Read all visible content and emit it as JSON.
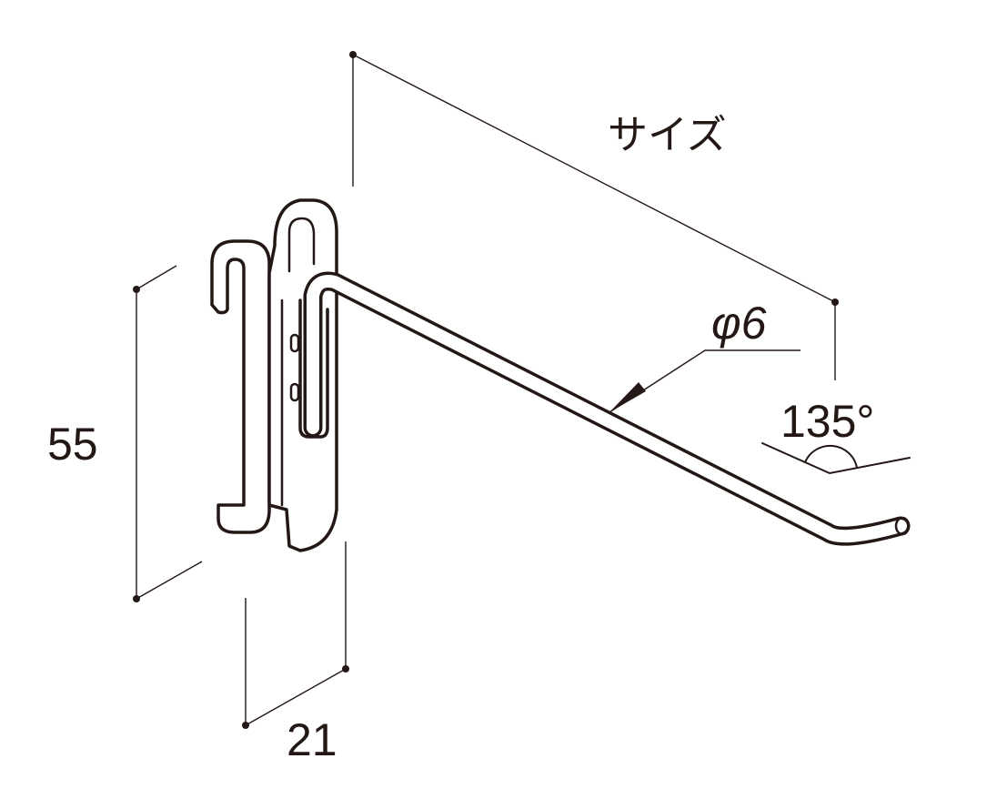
{
  "title": "Hook bracket dimension drawing",
  "labels": {
    "size": "サイズ",
    "diameter": "φ6",
    "angle": "135°",
    "height": "55",
    "depth": "21"
  },
  "colors": {
    "line": "#231815",
    "background": "#ffffff"
  }
}
